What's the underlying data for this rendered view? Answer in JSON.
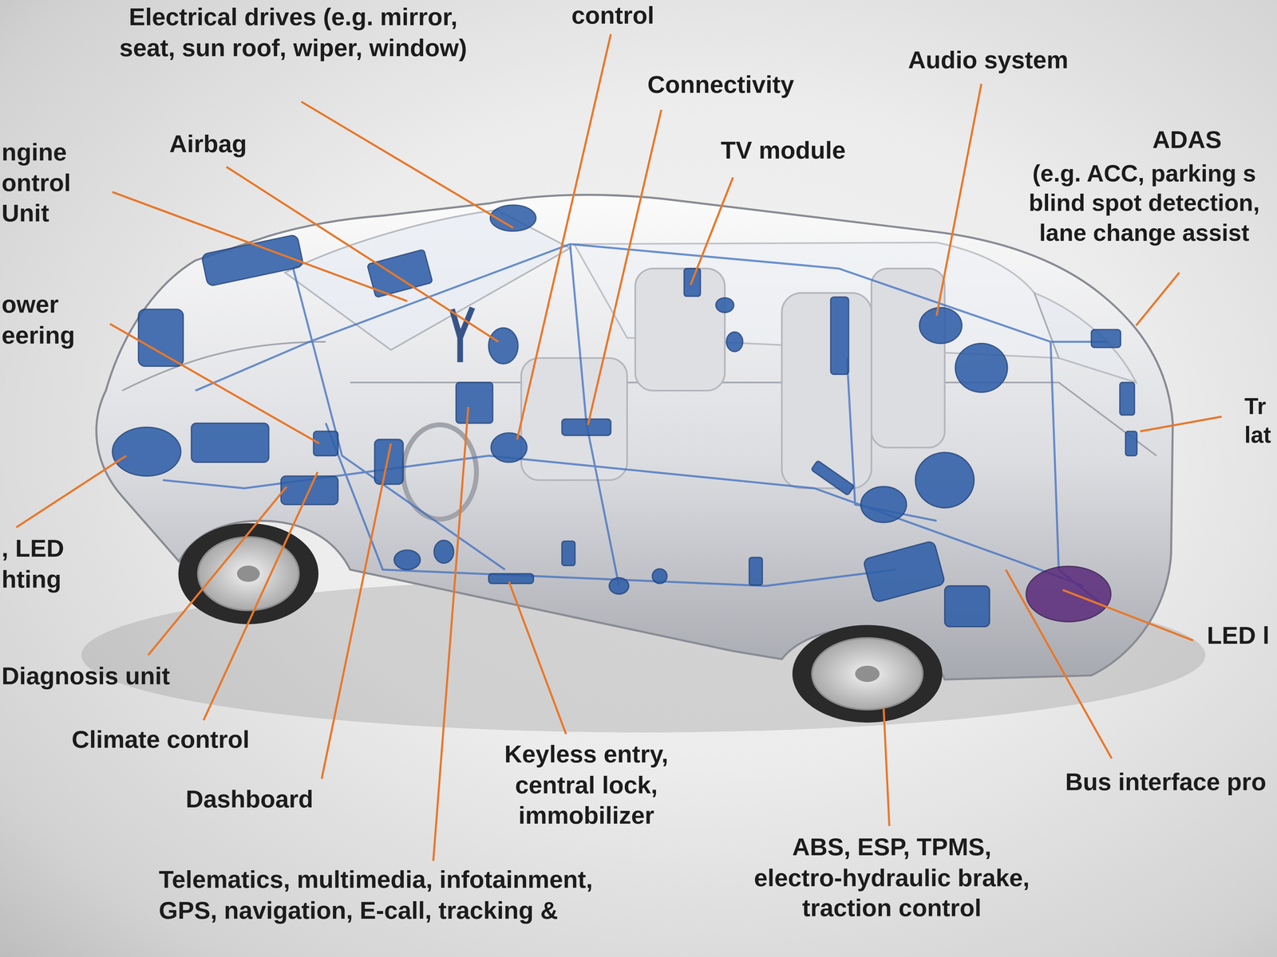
{
  "diagram": {
    "labels": [
      "Electrical drives (e.g. mirror, seat, sun roof, wiper, window)",
      "control",
      "Connectivity",
      "Audio system",
      "ngine ontrol Unit",
      "Airbag",
      "TV module",
      "ADAS",
      "(e.g. ACC, parking s blind spot detection, lane change assist",
      "ower eering",
      "Tr lat",
      ", LED hting",
      "LED l",
      "Diagnosis unit",
      "Climate control",
      "Dashboard",
      "Keyless entry, central lock, immobilizer",
      "Bus interface pro",
      "ABS, ESP, TPMS, electro-hydraulic brake, traction control",
      "Telematics, multimedia, infotainment, GPS, navigation, E-call, tracking &"
    ]
  }
}
